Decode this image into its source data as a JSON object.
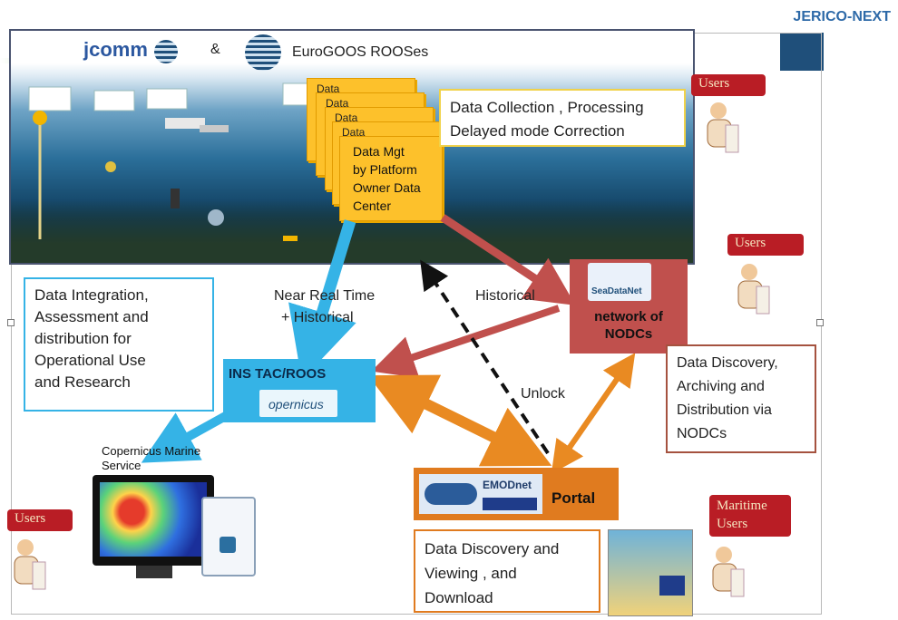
{
  "brand": "JERICO-NEXT",
  "top_logos": {
    "jcomm": "jcomm",
    "ampersand": "&",
    "eurogoos": "EuroGOOS ROOSes"
  },
  "sticky_notes": {
    "stack_labels": [
      "Data",
      "Data",
      "Data",
      "Data"
    ],
    "main_lines": [
      "Data Mgt",
      "by Platform",
      "Owner Data",
      "Center"
    ]
  },
  "boxes": {
    "collection": [
      "Data Collection , Processing",
      "Delayed mode Correction"
    ],
    "integration": [
      "Data Integration,",
      "Assessment and",
      "distribution for",
      "Operational Use",
      "and Research"
    ],
    "nodc_desc": [
      "Data Discovery,",
      "Archiving and",
      "Distribution via",
      "NODCs"
    ],
    "portal_desc": [
      "Data Discovery and",
      "Viewing , and",
      "Download"
    ]
  },
  "nodes": {
    "nodc": {
      "logo": "SeaDataNet",
      "label_lines": [
        "network of",
        "NODCs"
      ]
    },
    "ins_tac": {
      "label": "INS TAC/ROOS",
      "logo": "opernicus"
    },
    "portal": {
      "logo": "EMODnet",
      "label": "Portal"
    },
    "copernicus_service": [
      "Copernicus Marine",
      "Service"
    ]
  },
  "flow_labels": {
    "nrt": [
      "Near Real Time",
      "+ Historical"
    ],
    "historical": "Historical",
    "unlock": "Unlock"
  },
  "users": {
    "top": "Users",
    "mid": "Users",
    "bottom_left": "Users",
    "maritime": [
      "Maritime",
      "Users"
    ]
  },
  "colors": {
    "sticky": "#fdc12b",
    "tac": "#35b3e6",
    "nodc": "#c0504d",
    "portal": "#e07b1f",
    "arrow_blue": "#35b3e6",
    "arrow_red": "#c0504d",
    "arrow_orange": "#e98a22",
    "users_badge": "#b91d25",
    "brand": "#2e6aa8"
  }
}
